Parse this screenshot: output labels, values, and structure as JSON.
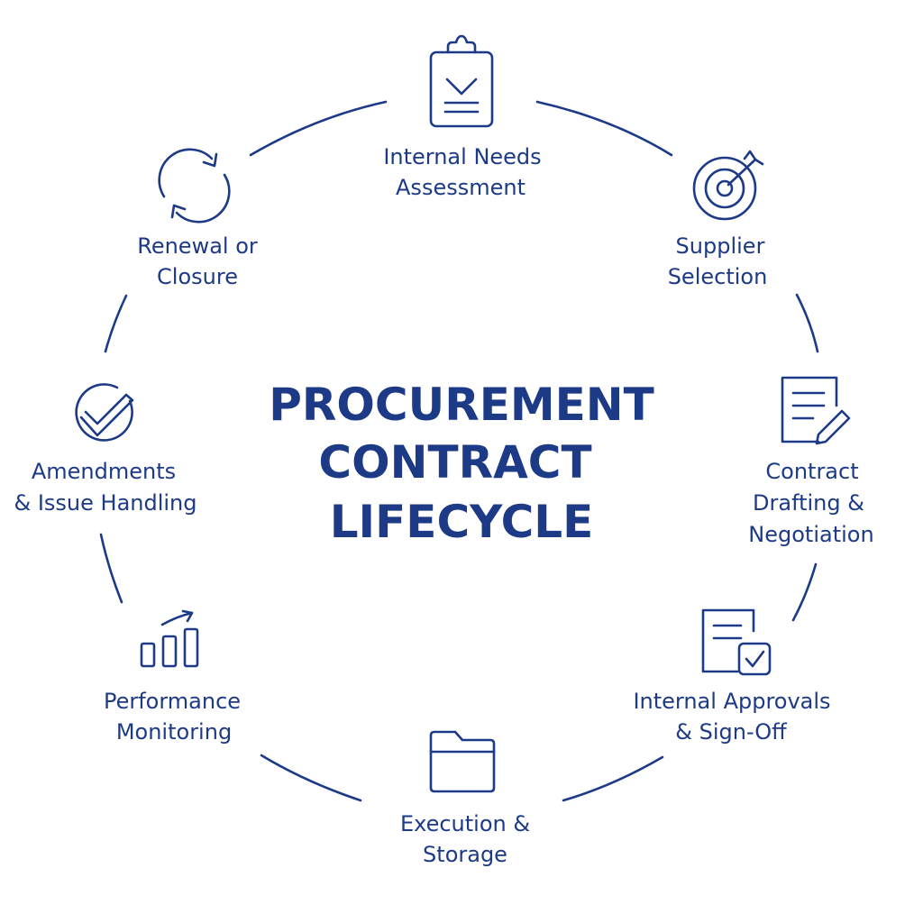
{
  "title": {
    "line1": "PROCUREMENT",
    "line2": "CONTRACT",
    "line3": "LIFECYCLE"
  },
  "colors": {
    "primary": "#1d3a87",
    "background": "#ffffff"
  },
  "stages": [
    {
      "id": "internal-needs-assessment",
      "icon": "clipboard-check-icon",
      "line1": "Internal Needs",
      "line2": "Assessment",
      "line3": ""
    },
    {
      "id": "supplier-selection",
      "icon": "target-icon",
      "line1": "Supplier",
      "line2": "Selection",
      "line3": ""
    },
    {
      "id": "contract-drafting",
      "icon": "document-edit-icon",
      "line1": "Contract",
      "line2": "Drafting &",
      "line3": "Negotiation"
    },
    {
      "id": "internal-approvals",
      "icon": "document-approved-icon",
      "line1": "Internal Approvals",
      "line2": "& Sign-Off",
      "line3": ""
    },
    {
      "id": "execution-storage",
      "icon": "folder-icon",
      "line1": "Execution &",
      "line2": "Storage",
      "line3": ""
    },
    {
      "id": "performance-monitoring",
      "icon": "bar-chart-icon",
      "line1": "Performance",
      "line2": "Monitoring",
      "line3": ""
    },
    {
      "id": "amendments",
      "icon": "check-circle-icon",
      "line1": "Amendments",
      "line2": "& Issue Handling",
      "line3": ""
    },
    {
      "id": "renewal-closure",
      "icon": "refresh-icon",
      "line1": "Renewal or",
      "line2": "Closure",
      "line3": ""
    }
  ]
}
